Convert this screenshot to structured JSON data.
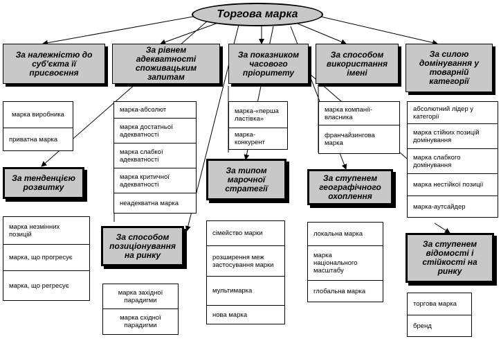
{
  "title": "Торгова марка",
  "categories": {
    "subject": {
      "label": "За належністю до суб'єкта її присвоєння",
      "items": [
        "марка виробника",
        "приватна марка"
      ]
    },
    "adequacy": {
      "label": "За рівнем адекватності споживацьким запитам",
      "items": [
        "марка-абсолют",
        "марка достатньої адекватності",
        "марка слабкої адекватності",
        "марка критичної адекватності",
        "неадекватна марка"
      ]
    },
    "time_priority": {
      "label": "За показником часового пріоритету",
      "items": [
        "марка-«перша ластівка»",
        "марка-конкурент"
      ]
    },
    "name_use": {
      "label": "За способом використання імені",
      "items": [
        "марка компанії-власника",
        "франчайзингова марка"
      ]
    },
    "dominance": {
      "label": "За силою домінування у товарній категорії",
      "items": [
        "абсолютний лідер у категорії",
        "марка стійких позицій домінування",
        "марка слабкого домінування",
        "марка нестійкої позиції",
        "марка-аутсайдер"
      ]
    },
    "trend": {
      "label": "За тенденцією розвитку",
      "items": [
        "марка незмінних позицій",
        "марка, що прогресує",
        "марка, що регресує"
      ]
    },
    "strategy": {
      "label": "За типом марочної стратегії",
      "items": [
        "сімейство марки",
        "розширення меж застосування марки",
        "мультимарка",
        "нова марка"
      ]
    },
    "geography": {
      "label": "За ступенем географічного охоплення",
      "items": [
        "локальна марка",
        "марка національного масштабу",
        "глобальна марка"
      ]
    },
    "positioning": {
      "label": "За способом позиціонування на ринку",
      "items": [
        "марка західної парадигми",
        "марка східної парадигми"
      ]
    },
    "awareness": {
      "label": "За ступенем відомості і стійкості на ринку",
      "items": [
        "торгова марка",
        "бренд"
      ]
    }
  }
}
